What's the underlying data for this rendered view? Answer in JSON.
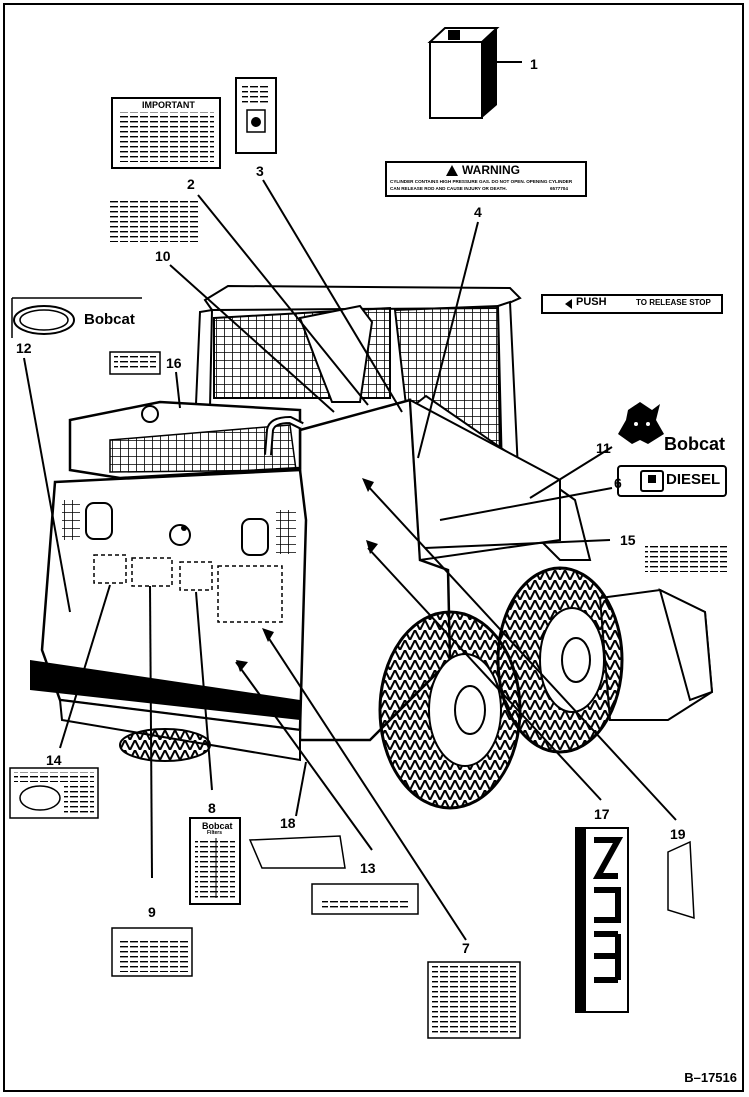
{
  "callouts": [
    "1",
    "2",
    "3",
    "4",
    "6",
    "7",
    "8",
    "9",
    "10",
    "11",
    "12",
    "13",
    "14",
    "15",
    "16",
    "17",
    "18",
    "19"
  ],
  "decals": {
    "important_title": "IMPORTANT",
    "warning_title": "WARNING",
    "warning_text_1": "CYLINDER CONTAINS HIGH PRESSURE GAS. DO NOT OPEN. OPENING CYLINDER",
    "warning_text_2": "CAN RELEASE ROD AND CAUSE INJURY OR DEATH.",
    "warning_code": "6577704",
    "push_label": "PUSH",
    "push_text": "TO RELEASE STOP",
    "bobcat_brand": "Bobcat",
    "diesel_label": "DIESEL",
    "ir_brand": "Bobcat",
    "filters_brand": "Bobcat",
    "filters_sub": "Filters",
    "model_digits": "753"
  },
  "figure_ref": "B–17516"
}
